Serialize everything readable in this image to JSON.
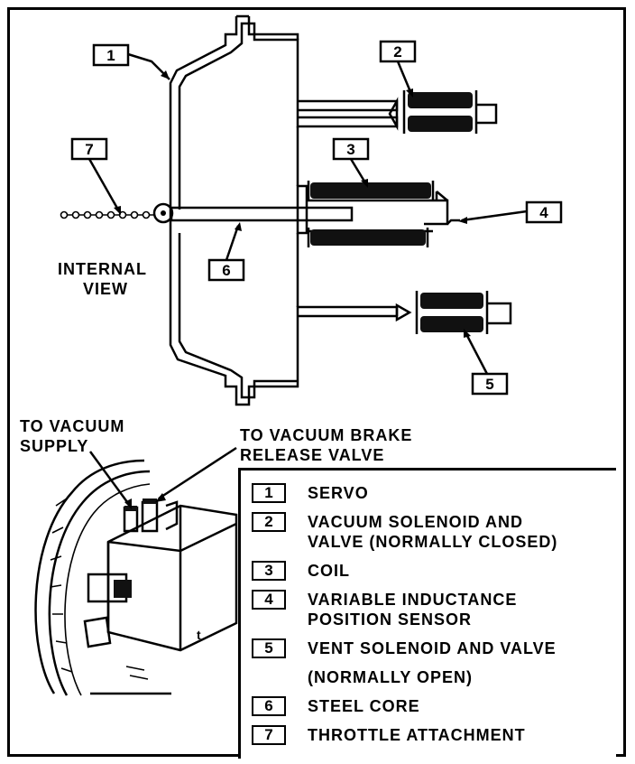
{
  "callouts": {
    "c1": "1",
    "c2": "2",
    "c3": "3",
    "c4": "4",
    "c5": "5",
    "c6": "6",
    "c7": "7"
  },
  "labels": {
    "internal_view": "INTERNAL\nVIEW",
    "to_vacuum_supply": "TO VACUUM\nSUPPLY",
    "to_vacuum_brake": "TO VACUUM BRAKE\nRELEASE VALVE"
  },
  "legend": [
    {
      "num": "1",
      "text": "SERVO"
    },
    {
      "num": "2",
      "text": "VACUUM SOLENOID AND\nVALVE (NORMALLY CLOSED)"
    },
    {
      "num": "3",
      "text": "COIL"
    },
    {
      "num": "4",
      "text": "VARIABLE INDUCTANCE\nPOSITION SENSOR"
    },
    {
      "num": "5",
      "text": "VENT SOLENOID AND VALVE"
    },
    {
      "num": "",
      "text": "(NORMALLY OPEN)"
    },
    {
      "num": "6",
      "text": "STEEL CORE"
    },
    {
      "num": "7",
      "text": "THROTTLE ATTACHMENT"
    }
  ]
}
